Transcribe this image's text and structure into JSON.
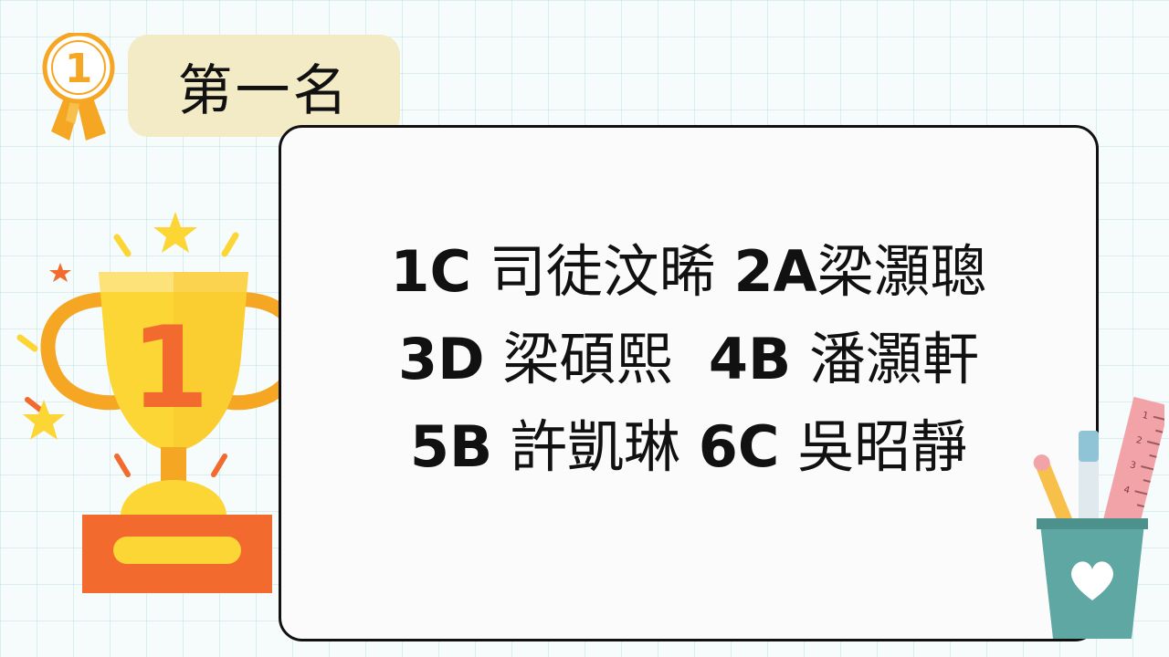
{
  "header": {
    "medal_number": "1",
    "title": "第一名"
  },
  "trophy": {
    "number": "1"
  },
  "winners": [
    [
      {
        "cls": "1C",
        "name": "司徒汶晞"
      },
      {
        "cls": "2A",
        "name": "梁灝聰"
      }
    ],
    [
      {
        "cls": "3D",
        "name": "梁碩熙"
      },
      {
        "cls": "4B",
        "name": "潘灝軒"
      }
    ],
    [
      {
        "cls": "5B",
        "name": "許凱琳"
      },
      {
        "cls": "6C",
        "name": "吳昭靜"
      }
    ]
  ],
  "ruler_ticks": [
    "1",
    "2",
    "3",
    "4"
  ],
  "colors": {
    "gold": "#fbd635",
    "orange": "#f5a623",
    "red_orange": "#f26a2d",
    "cup_teal": "#5fa7a3",
    "ruler_pink": "#f2a3a8",
    "badge_bg": "#f3ebc6",
    "ink": "#111111"
  },
  "icons": [
    "medal-icon",
    "trophy-icon",
    "star-icon",
    "pencil-cup-icon",
    "heart-icon",
    "ruler-icon"
  ]
}
